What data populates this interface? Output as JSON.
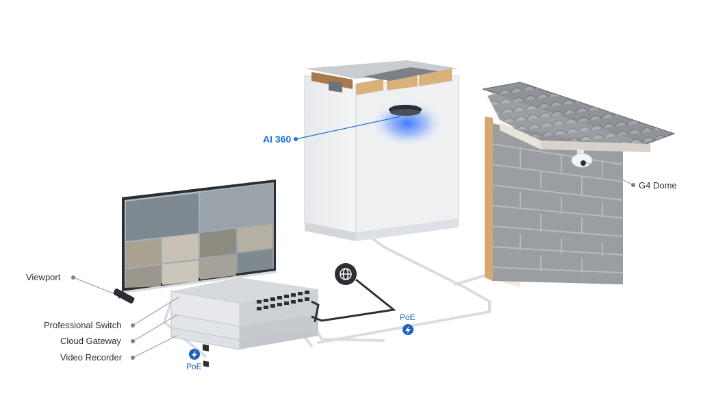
{
  "labels": {
    "ai360": "AI 360",
    "g4_dome": "G4 Dome",
    "viewport": "Viewport",
    "professional_switch": "Professional Switch",
    "cloud_gateway": "Cloud Gateway",
    "video_recorder": "Video Recorder",
    "poe_left": "PoE",
    "poe_right": "PoE"
  },
  "colors": {
    "accent": "#1f6fe0",
    "poe_badge": "#1f5fbf",
    "cable": "#d9dde2",
    "network_cable": "#2c2f33"
  },
  "icons": {
    "internet": "globe-icon",
    "poe": "lightning-icon"
  }
}
